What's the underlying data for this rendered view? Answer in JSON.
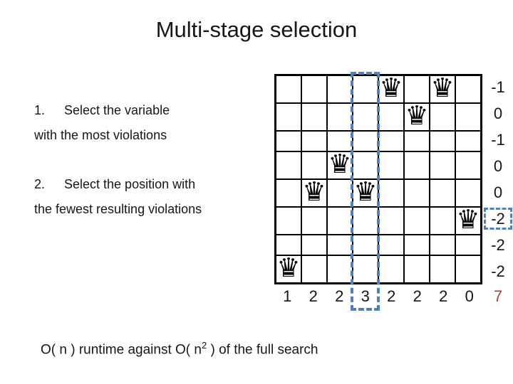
{
  "title": "Multi-stage selection",
  "steps": [
    {
      "num": "1.",
      "line1": "Select the variable",
      "line2": "with the most violations"
    },
    {
      "num": "2.",
      "line1": "Select the position with",
      "line2": "the fewest resulting violations"
    }
  ],
  "board": {
    "size": 8,
    "queen_glyph": "♛",
    "queens": [
      [
        1,
        5
      ],
      [
        1,
        7
      ],
      [
        2,
        6
      ],
      [
        4,
        3
      ],
      [
        5,
        2
      ],
      [
        5,
        4
      ],
      [
        6,
        8
      ],
      [
        8,
        1
      ]
    ],
    "row_values": [
      "-1",
      "0",
      "-1",
      "0",
      "0",
      "-2",
      "-2",
      "-2"
    ],
    "highlighted_row": 6,
    "highlighted_col": 4,
    "col_values": [
      "1",
      "2",
      "2",
      "3",
      "2",
      "2",
      "2",
      "0"
    ],
    "total": "7"
  },
  "footer": {
    "part1": "O( n ) runtime against O( n",
    "sup": "2",
    "part2": " ) of the full search"
  },
  "colors": {
    "accent": "#4f81bd",
    "total_red": "#b83b33"
  }
}
